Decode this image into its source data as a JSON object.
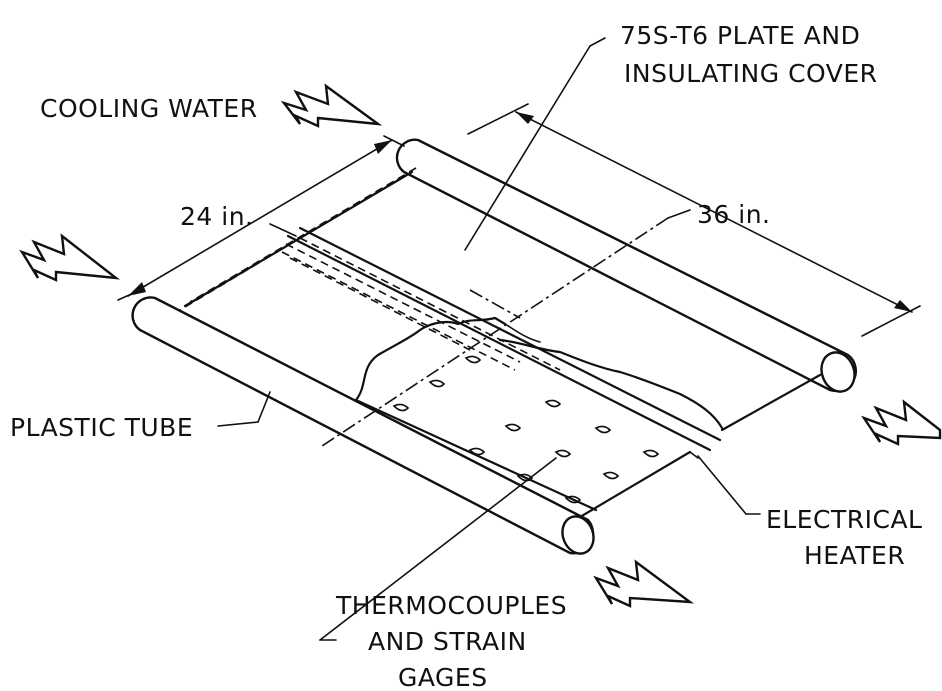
{
  "labels": {
    "plate_line1": "75S-T6 PLATE AND",
    "plate_line2": "INSULATING COVER",
    "cooling_water": "COOLING WATER",
    "width_dim": "24 in.",
    "length_dim": "36 in.",
    "plastic_tube": "PLASTIC TUBE",
    "electrical_line1": "ELECTRICAL",
    "electrical_line2": "HEATER",
    "thermo_line1": "THERMOCOUPLES",
    "thermo_line2": "AND STRAIN",
    "thermo_line3": "GAGES"
  }
}
